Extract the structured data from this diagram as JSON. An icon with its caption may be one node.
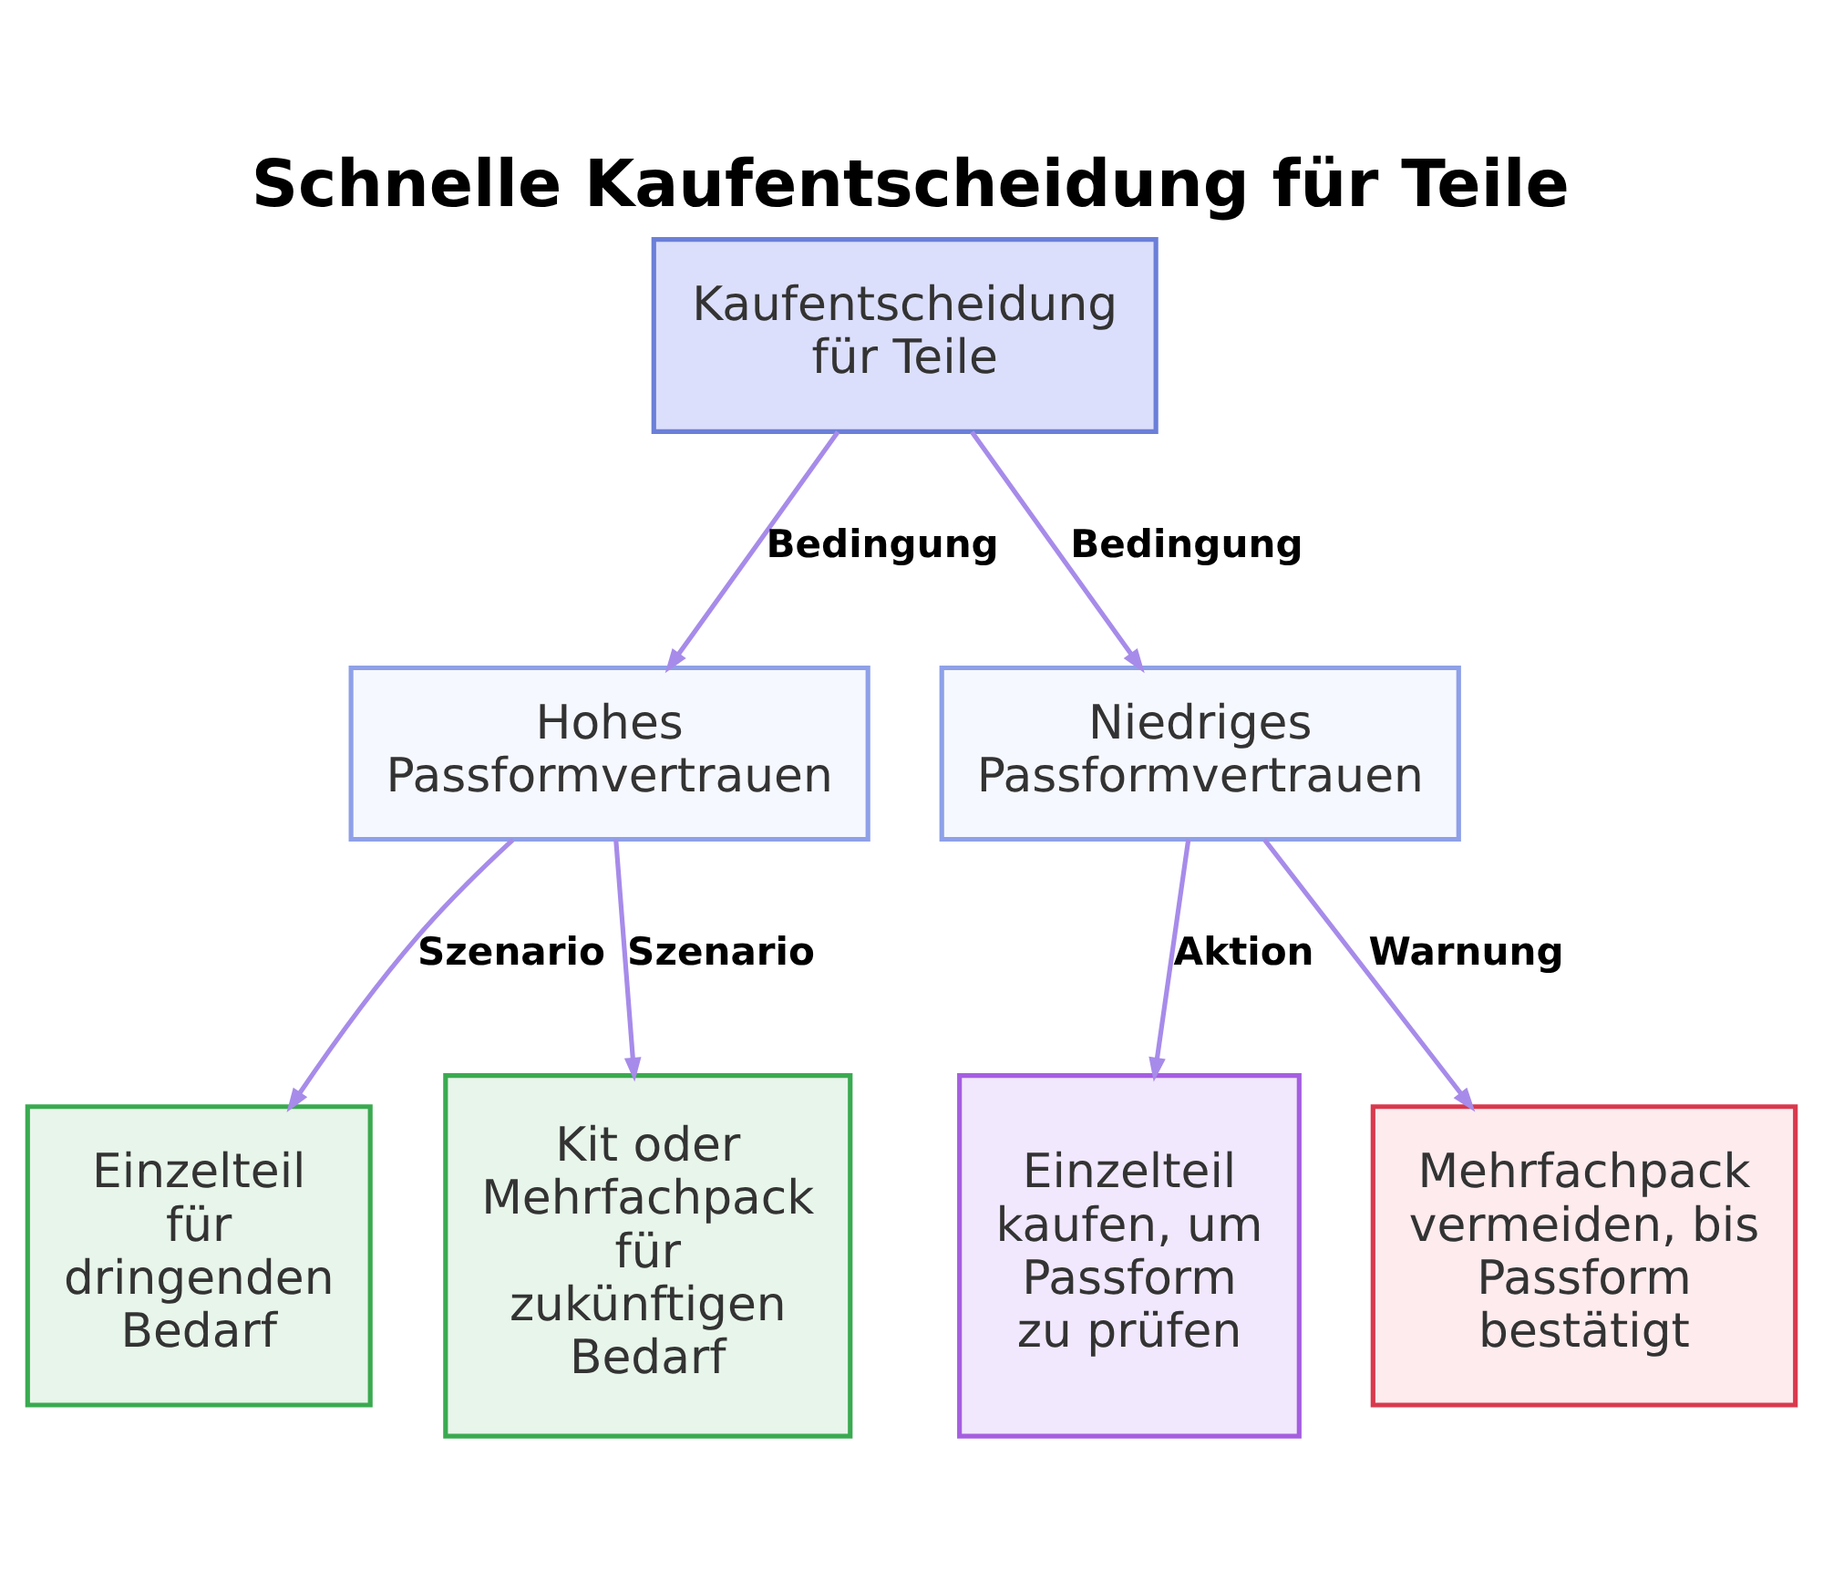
{
  "diagram": {
    "title": "Schnelle Kaufentscheidung für Teile",
    "nodes": [
      {
        "text": [
          "Kaufentscheidung für Teile"
        ]
      },
      {
        "text": [
          "Hohes Passformvertrauen"
        ]
      },
      {
        "text": [
          "Niedriges Passformvertrauen"
        ]
      },
      {
        "text": [
          "Einzelteil für dringenden Bedarf"
        ]
      },
      {
        "text": [
          "Kit oder Mehrfachpack für zukünftigen Bedarf"
        ]
      },
      {
        "text": [
          "Einzelteil kaufen, um Passform zu prüfen"
        ]
      },
      {
        "text": [
          "Mehrfachpack vermeiden, bis Passform bestätigt"
        ]
      }
    ],
    "edges": [
      {
        "from": 0,
        "to": 1,
        "arrow": "to",
        "label": "Bedingung"
      },
      {
        "from": 0,
        "to": 2,
        "arrow": "to",
        "label": "Bedingung"
      },
      {
        "from": 1,
        "to": 3,
        "arrow": "to",
        "label": "Szenario"
      },
      {
        "from": 1,
        "to": 4,
        "arrow": "to",
        "label": "Szenario"
      },
      {
        "from": 2,
        "to": 5,
        "arrow": "to",
        "label": "Aktion"
      },
      {
        "from": 2,
        "to": 6,
        "arrow": "to",
        "label": "Warnung"
      }
    ]
  }
}
